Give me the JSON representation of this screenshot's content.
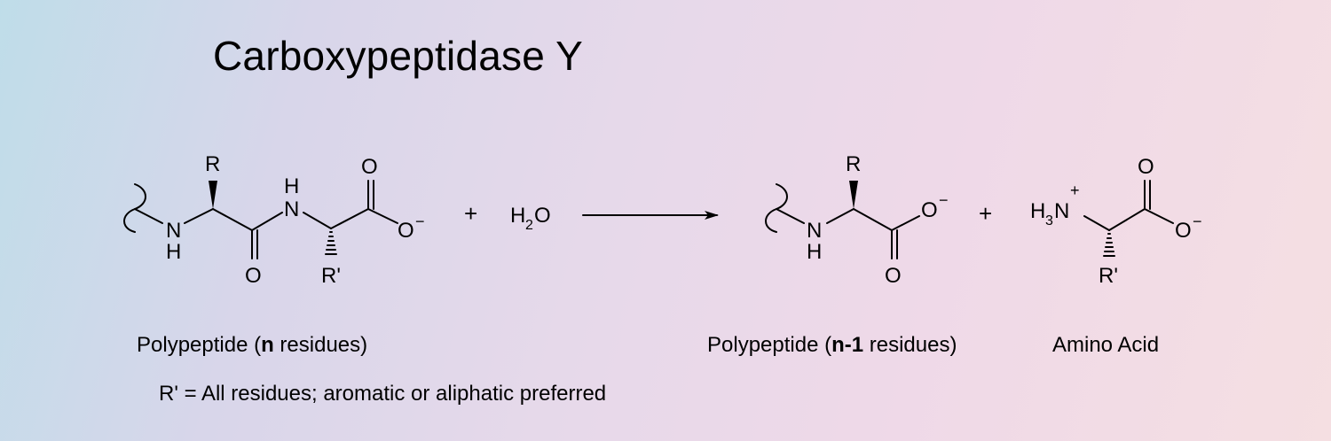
{
  "title": "Carboxypeptidase Y",
  "structures": {
    "polypeptide_n": {
      "R": "R",
      "NH_left_N": "N",
      "NH_left_H": "H",
      "NH_mid_H": "H",
      "NH_mid_N": "N",
      "O_top": "O",
      "O_bottom": "O",
      "O_minus": "O",
      "minus": "−",
      "R_prime": "R'"
    },
    "plus_1": "+",
    "water": {
      "H": "H",
      "sub": "2",
      "O": "O"
    },
    "polypeptide_n1": {
      "R": "R",
      "N": "N",
      "H": "H",
      "O_minus": "O",
      "minus": "−",
      "O_bottom": "O"
    },
    "plus_2": "+",
    "amino_acid": {
      "H": "H",
      "sub": "3",
      "N": "N",
      "plus": "+",
      "O_top": "O",
      "O_minus": "O",
      "minus": "−",
      "R_prime": "R'"
    }
  },
  "captions": {
    "left": {
      "pre": "Polypeptide (",
      "bold": "n",
      "post": " residues)"
    },
    "middle": {
      "pre": "Polypeptide (",
      "bold": "n-1",
      "post": " residues)"
    },
    "right": "Amino Acid",
    "note": "R' = All residues; aromatic or aliphatic preferred"
  }
}
